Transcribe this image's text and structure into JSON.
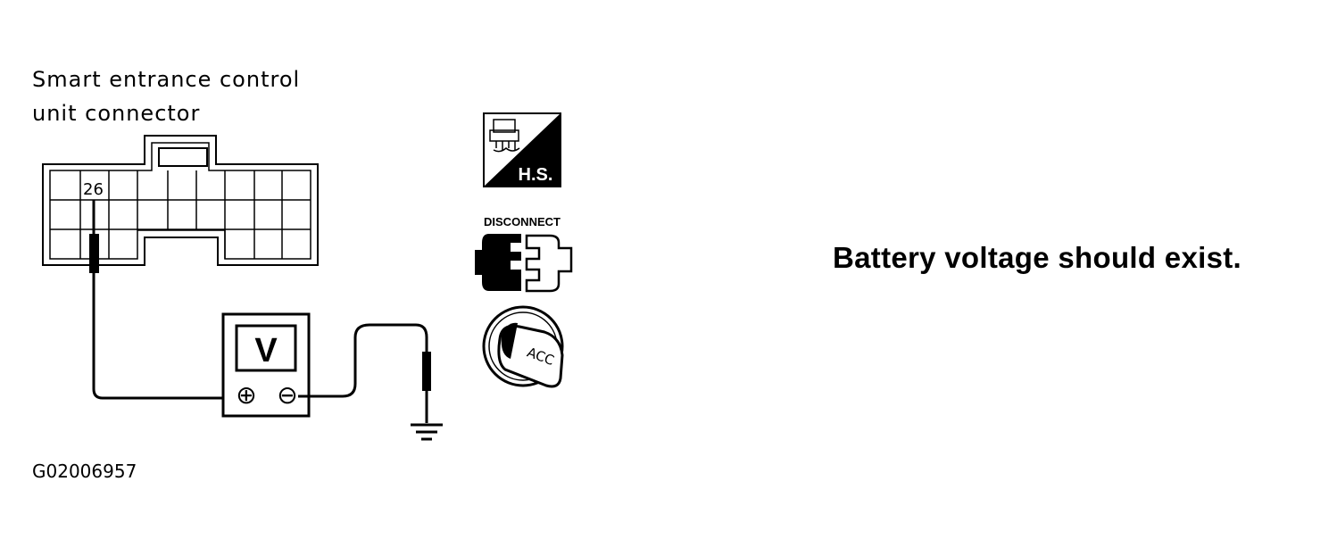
{
  "connector_label_line1": "Smart entrance control",
  "connector_label_line2": "unit connector",
  "terminal_number": "26",
  "meter_symbol": "V",
  "plus_symbol": "⊕",
  "minus_symbol": "⊖",
  "icon_hs_text": "H.S.",
  "icon_disconnect_text": "DISCONNECT",
  "icon_key_text": "ACC",
  "result_text": "Battery voltage should exist.",
  "figure_id": "G02006957",
  "icons": [
    "harness-side-icon",
    "disconnect-icon",
    "ignition-key-acc-icon",
    "ground-icon"
  ]
}
